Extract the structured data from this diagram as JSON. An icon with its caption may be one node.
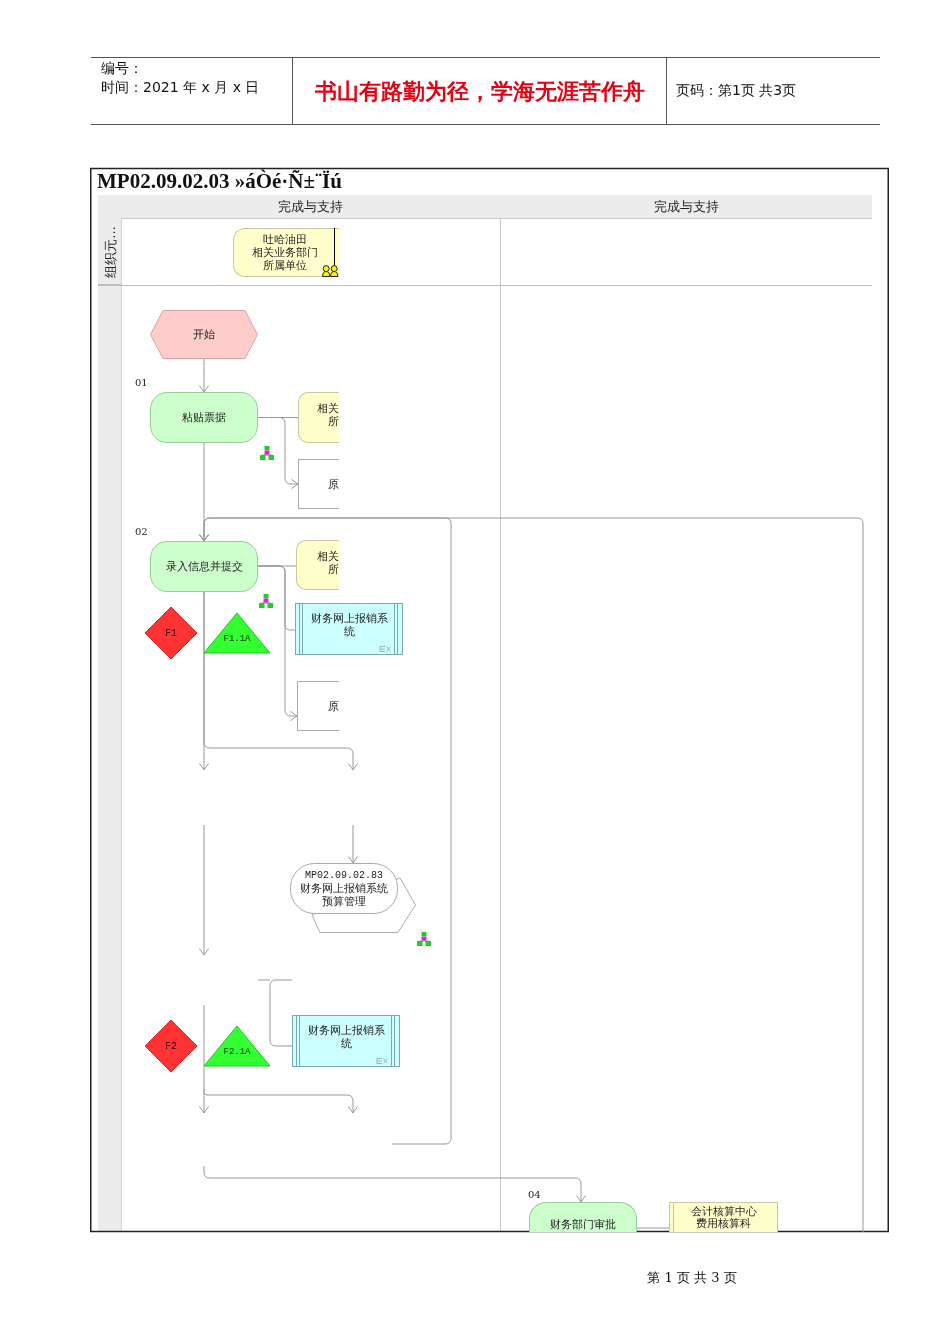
{
  "diagram": {
    "title": "MP02.09.02.03 »áÒé·Ñ±¨Ïú",
    "nodes": [
      {
        "text": [
          "完成与支持"
        ]
      },
      {
        "text": [
          "完成与支持"
        ]
      },
      {
        "text": [
          "组织元..."
        ]
      },
      {
        "text": [
          "吐哈油田",
          "相关业务部门",
          "所属单位"
        ]
      },
      {
        "text": [
          "开始"
        ]
      },
      {
        "text": [
          "粘贴票据"
        ],
        "beside": [
          "01"
        ]
      },
      {
        "text": [
          "相关所"
        ]
      },
      {
        "text": [
          "原"
        ]
      },
      {
        "text": [
          "录入信息并提交"
        ],
        "beside": [
          "02"
        ]
      },
      {
        "text": [
          "相关所"
        ]
      },
      {
        "text": [
          "F1"
        ]
      },
      {
        "text": [
          "F1.1A"
        ]
      },
      {
        "text": [
          "财务网上报销系统"
        ]
      },
      {
        "text": [
          "原"
        ]
      },
      {
        "text": [
          "MP02.09.02.83",
          "财务网上报销系统预算管理"
        ]
      },
      {
        "text": [
          "F2"
        ]
      },
      {
        "text": [
          "F2.1A"
        ]
      },
      {
        "text": [
          "财务网上报销系统"
        ]
      },
      {
        "text": [
          "财务部门审批"
        ],
        "beside": [
          "04"
        ]
      },
      {
        "text": [
          "会计核算中心费用核算科"
        ]
      }
    ],
    "edges": [
      {
        "from": 4,
        "to": 5,
        "arrow": "to"
      },
      {
        "from": 5,
        "to": 6,
        "arrow": "none"
      },
      {
        "from": 5,
        "to": 7,
        "arrow": "to"
      },
      {
        "from": 5,
        "to": 8,
        "arrow": "to"
      },
      {
        "from": null,
        "to": 8,
        "arrow": "to"
      },
      {
        "from": null,
        "to": 8,
        "arrow": "to"
      },
      {
        "from": 8,
        "to": 9,
        "arrow": "none"
      },
      {
        "from": 8,
        "to": 12,
        "arrow": "none"
      },
      {
        "from": 8,
        "to": 13,
        "arrow": "to"
      },
      {
        "from": 8,
        "to": null,
        "arrow": "to"
      },
      {
        "from": 8,
        "to": null,
        "arrow": "to"
      },
      {
        "from": null,
        "to": 14,
        "arrow": "to"
      },
      {
        "from": null,
        "to": 17,
        "arrow": "none"
      },
      {
        "from": null,
        "to": 18,
        "arrow": "to"
      },
      {
        "from": 18,
        "to": 19,
        "arrow": "none"
      }
    ],
    "labels": [
      "编号：",
      "时间：2021 年 x 月 x 日",
      "书山有路勤为径，学海无涯苦作舟",
      "页码：第1页 共3页",
      "第 1 页 共 3 页"
    ]
  }
}
